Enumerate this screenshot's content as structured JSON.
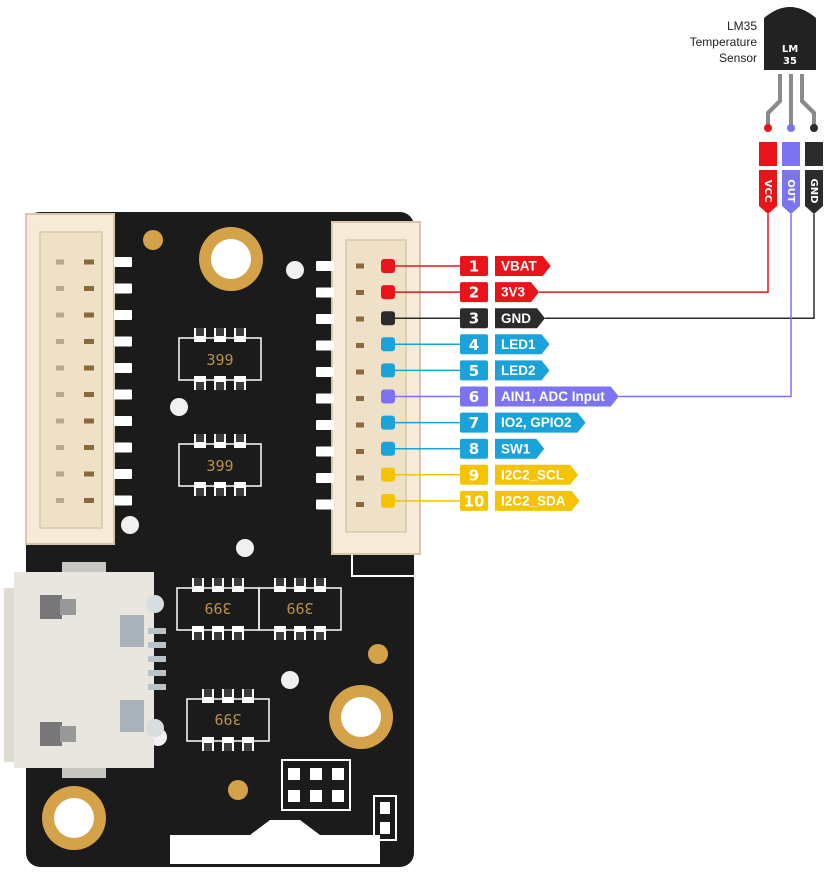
{
  "sensor": {
    "label_lines": [
      "LM35",
      "Temperature",
      "Sensor"
    ],
    "chip_lines": [
      "LM",
      "35"
    ],
    "pins": [
      {
        "label": "VCC",
        "color": "#e8141a"
      },
      {
        "label": "OUT",
        "color": "#7b73f0"
      },
      {
        "label": "GND",
        "color": "#2b2b2b"
      }
    ]
  },
  "chip_marking": "399",
  "pins": [
    {
      "num": "1",
      "label": "VBAT",
      "color": "#e8141a"
    },
    {
      "num": "2",
      "label": "3V3",
      "color": "#e8141a"
    },
    {
      "num": "3",
      "label": "GND",
      "color": "#2b2b2b"
    },
    {
      "num": "4",
      "label": "LED1",
      "color": "#1aa3d8"
    },
    {
      "num": "5",
      "label": "LED2",
      "color": "#1aa3d8"
    },
    {
      "num": "6",
      "label": "AIN1, ADC Input",
      "color": "#7b73f0"
    },
    {
      "num": "7",
      "label": "IO2, GPIO2",
      "color": "#1aa3d8"
    },
    {
      "num": "8",
      "label": "SW1",
      "color": "#1aa3d8"
    },
    {
      "num": "9",
      "label": "I2C2_SCL",
      "color": "#f5c400"
    },
    {
      "num": "10",
      "label": "I2C2_SDA",
      "color": "#f5c400"
    }
  ]
}
